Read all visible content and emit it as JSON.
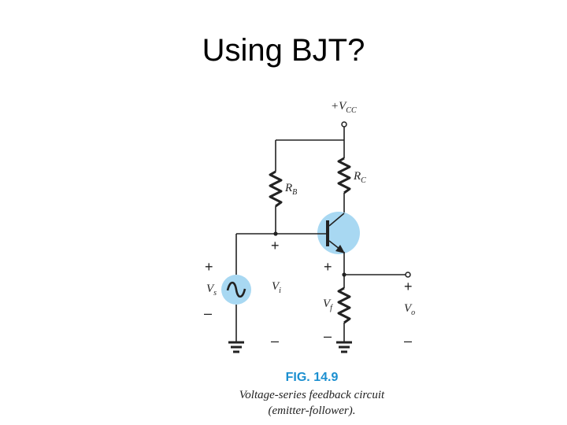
{
  "title": "Using BJT?",
  "supply_label": "+V",
  "supply_sub": "CC",
  "rb_label": "R",
  "rb_sub": "B",
  "rc_label": "R",
  "rc_sub": "C",
  "vs_label": "V",
  "vs_sub": "s",
  "vi_label": "V",
  "vi_sub": "i",
  "vf_label": "V",
  "vf_sub": "f",
  "vo_label": "V",
  "vo_sub": "o",
  "plus": "+",
  "minus": "–",
  "figure_number": "FIG. 14.9",
  "caption_line1": "Voltage-series feedback circuit",
  "caption_line2": "(emitter-follower).",
  "colors": {
    "component_fill": "#a8d8f2",
    "figure_number": "#1b8fd0",
    "wire": "#222222"
  }
}
